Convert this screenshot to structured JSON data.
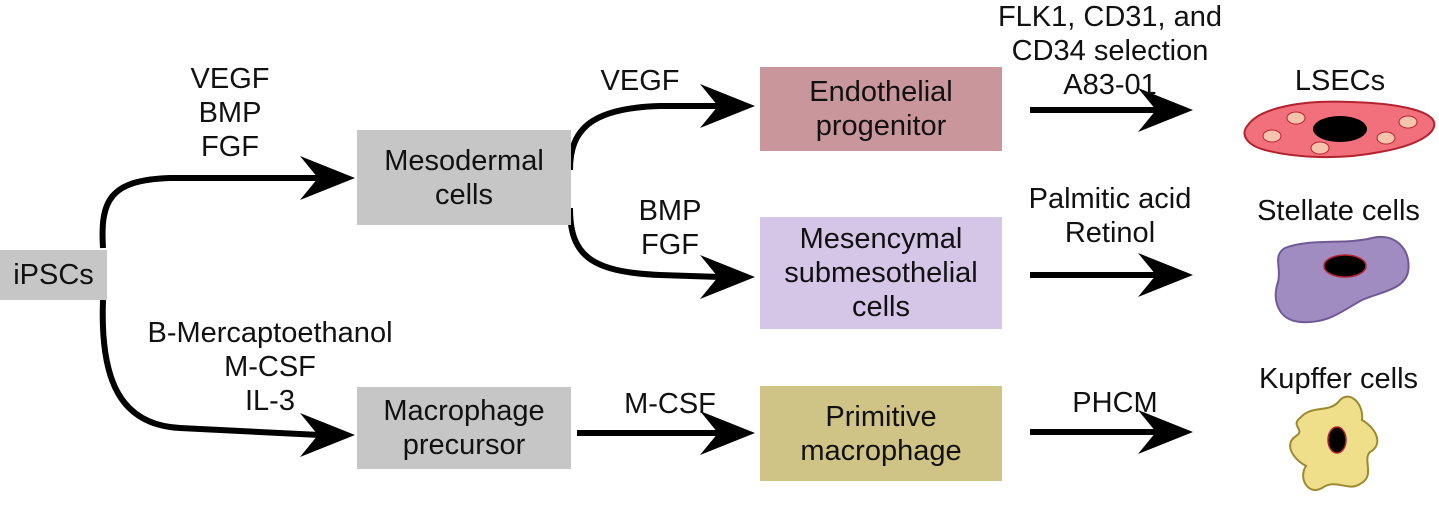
{
  "nodes": {
    "ipscs": "iPSCs",
    "mesodermal": "Mesodermal\ncells",
    "macrophage_precursor": "Macrophage\nprecursor",
    "endothelial": "Endothelial\nprogenitor",
    "mesencymal": "Mesencymal\nsubmesothelial\ncells",
    "primitive": "Primitive\nmacrophage"
  },
  "labels": {
    "to_mesodermal": "VEGF\nBMP\nFGF",
    "to_macrophage": "B-Mercaptoethanol\nM-CSF\nIL-3",
    "to_endothelial": "VEGF",
    "to_mesencymal": "BMP\nFGF",
    "to_primitive": "M-CSF",
    "to_lsecs": "FLK1, CD31, and\nCD34 selection\nA83-01",
    "to_stellate": "Palmitic acid\nRetinol",
    "to_kupffer": "PHCM"
  },
  "cells": {
    "lsecs": "LSECs",
    "stellate": "Stellate cells",
    "kupffer": "Kupffer cells"
  },
  "colors": {
    "gray_box": "#c6c6c6",
    "endothelial_box": "#c9969b",
    "mesencymal_box": "#d5c5e6",
    "primitive_box": "#cfc385",
    "lsec_fill": "#f2707c",
    "lsec_spot": "#f6c4ad",
    "stellate_fill": "#a18cc2",
    "kupffer_fill": "#f0df8a",
    "arrow": "#000000"
  }
}
